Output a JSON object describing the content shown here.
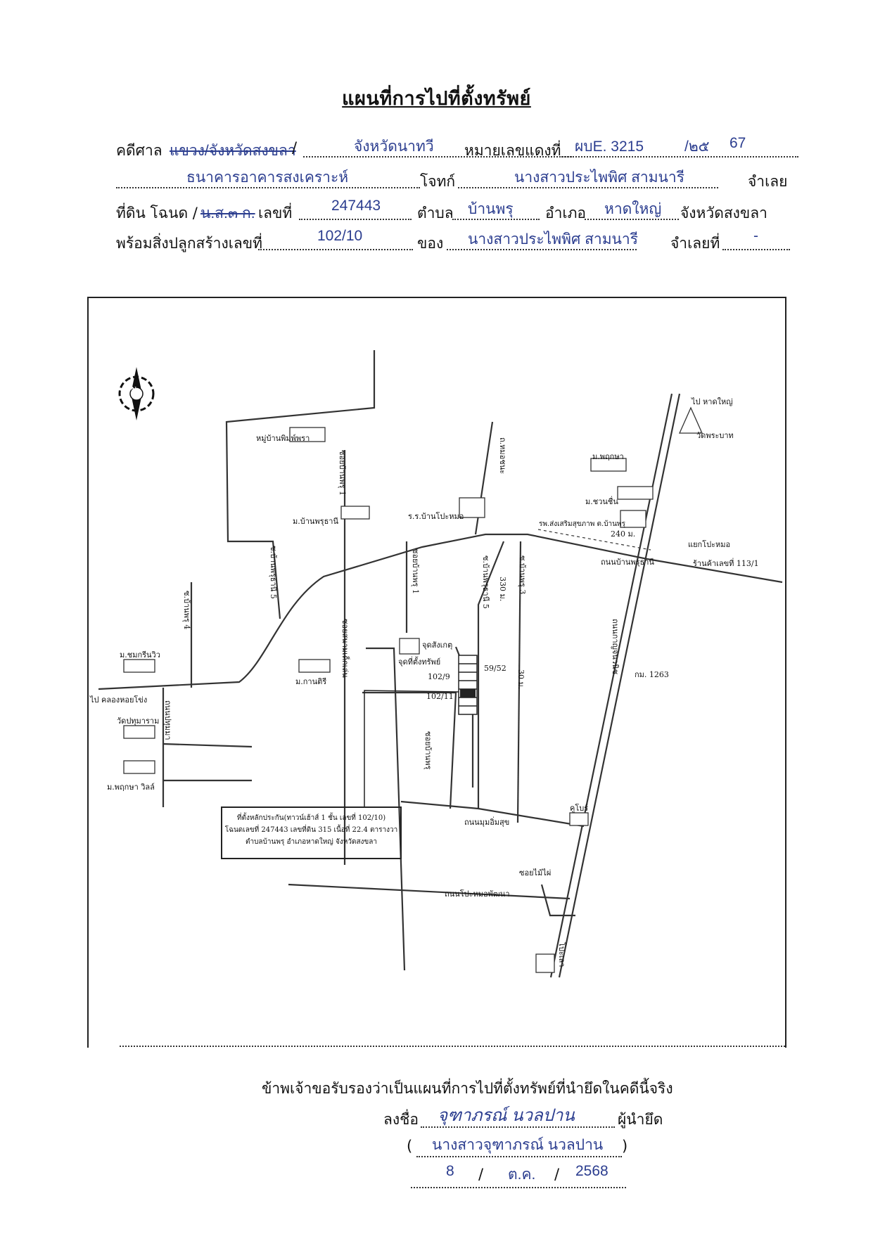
{
  "title": "แผนที่การไปที่ตั้งทรัพย์",
  "header": {
    "l1_prefix": "คดีศาล",
    "l1_court_struck": "แขวง/จังหวัดสงขลา",
    "l1_slash": "/",
    "l1_court": "จังหวัดนาทวี",
    "l1_red_label": "หมายเลขแดงที่",
    "l1_red_no": "ผบE. 3215",
    "l1_year_sep": "/๒๕",
    "l1_year": "67",
    "l2_plaintiff": "ธนาคารอาคารสงเคราะห์",
    "l2_plaintiff_label": "โจทก์",
    "l2_defendant": "นางสาวประไพพิศ  สามนารี",
    "l2_defendant_label": "จำเลย",
    "l3_land_label": "ที่ดิน โฉนด /",
    "l3_land_struck": "น.ส.๓ ก.",
    "l3_no_label": "เลขที่",
    "l3_no": "247443",
    "l3_tambon_label": "ตำบล",
    "l3_tambon": "บ้านพรุ",
    "l3_amphoe_label": "อำเภอ",
    "l3_amphoe": "หาดใหญ่",
    "l3_province": "จังหวัดสงขลา",
    "l4_label": "พร้อมสิ่งปลูกสร้างเลขที่",
    "l4_house_no": "102/10",
    "l4_owner_label": "ของ",
    "l4_owner": "นางสาวประไพพิศ  สามนารี",
    "l4_defendant_no_label": "จำเลยที่",
    "l4_defendant_no": "-"
  },
  "map": {
    "compass": "N",
    "labels": {
      "to_hatyai": "ไป หาดใหญ่",
      "wat_phrabat": "วัดพระบาท",
      "m_phrueksa": "ม.พฤกษา",
      "m_chuanchuen": "ม.ชวนชื่น",
      "school_chalerm": "รพ.ส่งเสริมสุขภาพ ต.บ้านพรุ",
      "school_banprupo": "ร.ร.บ้านโปะหมอ",
      "market": "แยกโปะหมอ",
      "dist_240": "240 ม.",
      "road_banprutani": "ถนนบ้านพรุธานี",
      "road_karnchanavanich_south": "ถนนกาญจนวนิช",
      "shop_113": "ร้านค้าเลขที่ 113/1",
      "mubaan_pimwara": "หมู่บ้านพิมพ์พรา",
      "m_banprutani": "ม.บ้านพรุธานี",
      "soi_1": "ซอยบ้านพรุ 1",
      "soi_5": "ซ.บ้านพรุธานี 5",
      "soi_banpru_4": "ซ.บ้านพรุ 4",
      "soi_pochanai": "ถ.หมอชนะ",
      "soi_banpru_5b": "ซ.บ้านพรุธานี 5",
      "soi_banpru_3": "ซ.บ้านพรุ 3",
      "dist_330": "330 ม.",
      "m_kanphirot": "ม.กานติรี",
      "m_chonkrit": "ม.ชมกรีนวิว",
      "to_khlonghoikhong": "ไป คลองหอยโข่ง",
      "wat_pathumparam": "วัดปทุมาราม",
      "m_phrueksa_ville": "ม.พฤกษา วิลล์",
      "road_pathum": "ถนนปทุมมา",
      "road_pomchuen": "ซอยสนามเด็กเล่น",
      "checkpoint": "จุดสังเกตุ",
      "target_mark": "จุดที่ตั้งทรัพย์",
      "lot_102_9": "102/9",
      "lot_102_11": "102/11",
      "lot_59_52": "59/52",
      "dist_30": "30 ม.",
      "km_1263": "กม. 1263",
      "road_south": "ถนนกาญจนวนิช",
      "soi_kumphraem": "ซอยบ้านพรุ",
      "road_chaloem": "ถนนมุมอิ่มสุข",
      "kuboon": "คูโบร์",
      "soi_maisue": "ซอยไม้ไผ่",
      "road_popo": "ถนนโปะหมอพัฒนา",
      "pochanai": "โปะเลา"
    },
    "info_box": {
      "line1": "ที่ตั้งหลักประกัน(ทาวน์เฮ้าส์ 1 ชั้น เลขที่ 102/10)",
      "line2": "โฉนดเลขที่ 247443 เลขที่ดิน 315 เนื้อที่ 22.4 ตารางวา",
      "line3": "ตำบลบ้านพรุ อำเภอหาดใหญ่ จังหวัดสงขลา"
    }
  },
  "footer": {
    "certify": "ข้าพเจ้าขอรับรองว่าเป็นแผนที่การไปที่ตั้งทรัพย์ที่นำยึดในคดีนี้จริง",
    "sign_label": "ลงชื่อ",
    "signature": "จุฑาภรณ์  นวลปาน",
    "seizer_label": "ผู้นำยึด",
    "open_paren": "(",
    "printed_name": "นางสาวจุฑาภรณ์  นวลปาน",
    "close_paren": ")",
    "day": "8",
    "month": "ต.ค.",
    "year": "2568",
    "date_sep": "/"
  }
}
